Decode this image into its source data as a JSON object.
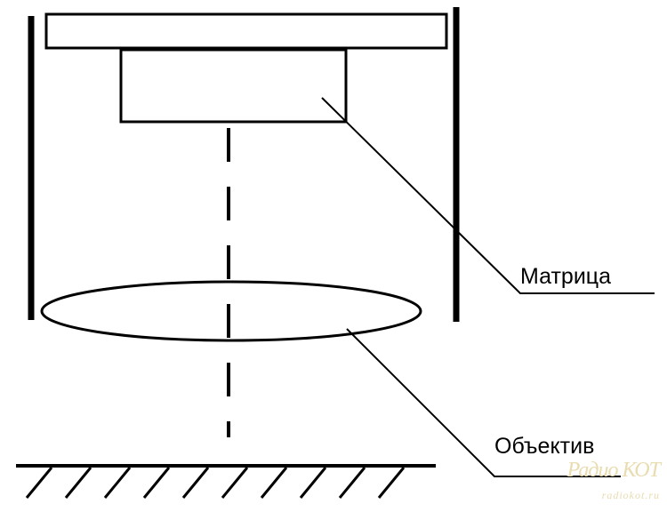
{
  "labels": {
    "matrix": "Матрица",
    "lens": "Объектив"
  },
  "watermark": {
    "line1": "Радио КОТ",
    "line2": "radiokot.ru"
  },
  "colors": {
    "stroke": "#000000",
    "background": "#ffffff",
    "watermark": "#e8dcb0"
  }
}
